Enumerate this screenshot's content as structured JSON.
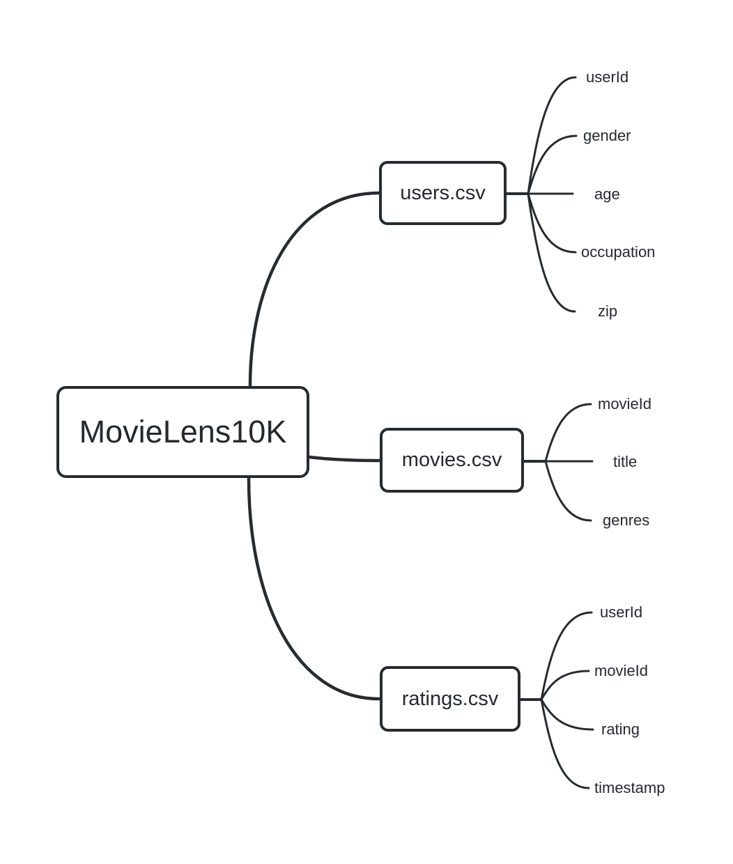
{
  "mindmap": {
    "root": {
      "label": "MovieLens10K"
    },
    "files": [
      {
        "label": "users.csv",
        "fields": [
          "userId",
          "gender",
          "age",
          "occupation",
          "zip"
        ]
      },
      {
        "label": "movies.csv",
        "fields": [
          "movieId",
          "title",
          "genres"
        ]
      },
      {
        "label": "ratings.csv",
        "fields": [
          "userId",
          "movieId",
          "rating",
          "timestamp"
        ]
      }
    ],
    "colors": {
      "line": "#262b31",
      "text": "#24292f",
      "background": "#ffffff"
    }
  }
}
